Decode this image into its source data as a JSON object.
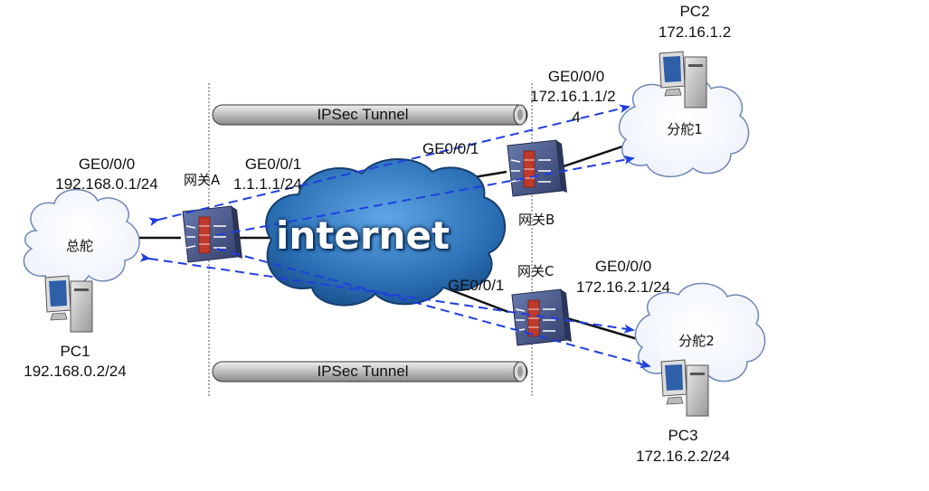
{
  "diagram": {
    "internet_label": "internet",
    "tunnels": [
      {
        "id": "top",
        "label": "IPSec Tunnel"
      },
      {
        "id": "bottom",
        "label": "IPSec Tunnel"
      }
    ],
    "clouds": {
      "hq": "总舵",
      "branch1": "分舵1",
      "branch2": "分舵2"
    },
    "gateways": {
      "a": "网关A",
      "b": "网关B",
      "c": "网关C"
    },
    "pcs": {
      "pc1": {
        "name": "PC1",
        "ip": "192.168.0.2/24"
      },
      "pc2": {
        "name": "PC2",
        "ip": "172.16.1.2"
      },
      "pc3": {
        "name": "PC3",
        "ip": "172.16.2.2/24"
      }
    },
    "interfaces": {
      "a_inside": {
        "name": "GE0/0/0",
        "ip": "192.168.0.1/24"
      },
      "a_outside": {
        "name": "GE0/0/1",
        "ip": "1.1.1.1/24"
      },
      "b_outside": {
        "name": "GE0/0/1"
      },
      "b_inside": {
        "name": "GE0/0/0",
        "ip_line1": "172.16.1.1/2",
        "ip_line2": "4"
      },
      "c_outside": {
        "name": "GE0/0/1"
      },
      "c_inside": {
        "name": "GE0/0/0",
        "ip": "172.16.2.1/24"
      }
    },
    "colors": {
      "tunnel_flow": "#1f3fe0",
      "internet_cloud": "#2a6fb4",
      "firewall_body": "#4a5a8c",
      "firewall_brick": "#c0392b",
      "tunnel_pipe": "#c8c8c8"
    }
  }
}
